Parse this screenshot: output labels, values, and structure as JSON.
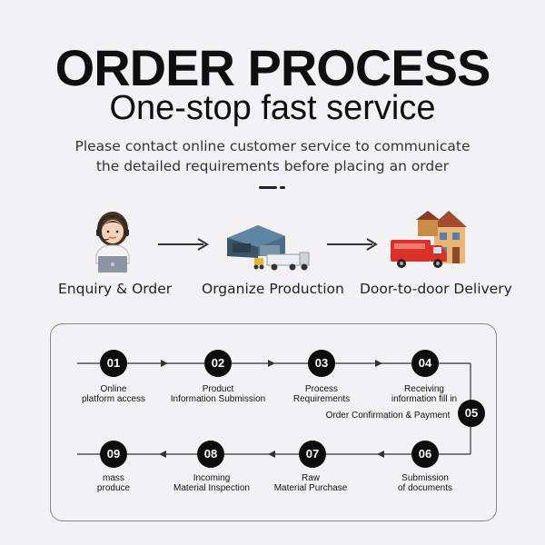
{
  "header": {
    "title": "ORDER PROCESS",
    "subtitle": "One-stop fast service",
    "description_line1": "Please contact online customer service to communicate",
    "description_line2": "the detailed requirements before placing an order"
  },
  "stages": [
    {
      "label": "Enquiry & Order",
      "icon": "customer-service-agent-icon"
    },
    {
      "label": "Organize Production",
      "icon": "factory-truck-icon"
    },
    {
      "label": "Door-to-door Delivery",
      "icon": "delivery-van-house-icon"
    }
  ],
  "flow": {
    "steps": [
      {
        "number": "01",
        "line1": "Online",
        "line2": "platform access"
      },
      {
        "number": "02",
        "line1": "Product",
        "line2": "Information Submission"
      },
      {
        "number": "03",
        "line1": "Process",
        "line2": "Requirements"
      },
      {
        "number": "04",
        "line1": "Receiving",
        "line2": "information fill in"
      },
      {
        "number": "05",
        "line1": "Order Confirmation & Payment",
        "line2": ""
      },
      {
        "number": "06",
        "line1": "Submission",
        "line2": "of documents"
      },
      {
        "number": "07",
        "line1": "Raw",
        "line2": "Material Purchase"
      },
      {
        "number": "08",
        "line1": "Incoming",
        "line2": "Material Inspection"
      },
      {
        "number": "09",
        "line1": "mass",
        "line2": "produce"
      }
    ]
  },
  "colors": {
    "background": "#f2f2f4",
    "circle": "#0d0d0d",
    "text": "#0f0f0f"
  }
}
